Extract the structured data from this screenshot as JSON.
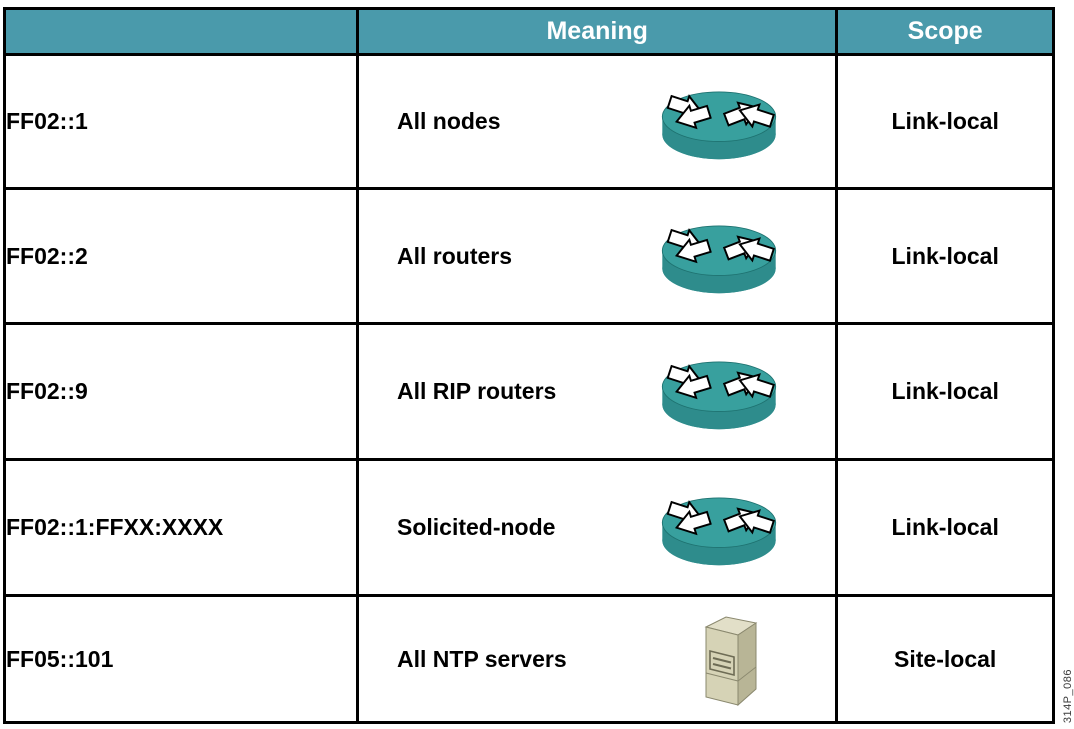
{
  "table": {
    "header": {
      "address_label": "",
      "meaning_label": "Meaning",
      "scope_label": "Scope"
    },
    "rows": [
      {
        "address": "FF02::1",
        "meaning": "All nodes",
        "icon": "router-icon",
        "scope": "Link-local"
      },
      {
        "address": "FF02::2",
        "meaning": "All routers",
        "icon": "router-icon",
        "scope": "Link-local"
      },
      {
        "address": "FF02::9",
        "meaning": "All RIP routers",
        "icon": "router-icon",
        "scope": "Link-local"
      },
      {
        "address": "FF02::1:FFXX:XXXX",
        "meaning": "Solicited-node",
        "icon": "router-icon",
        "scope": "Link-local"
      },
      {
        "address": "FF05::101",
        "meaning": "All NTP servers",
        "icon": "server-icon",
        "scope": "Site-local"
      }
    ]
  },
  "watermark": "314P_086",
  "colors": {
    "header_bg": "#4A9AAB",
    "header_text": "#FFFFFF",
    "border": "#000000",
    "router_top": "#38A09E",
    "router_body": "#2E8C8C",
    "server_front": "#D6D3B6",
    "server_side": "#B8B596",
    "server_top": "#E2DFC8"
  }
}
